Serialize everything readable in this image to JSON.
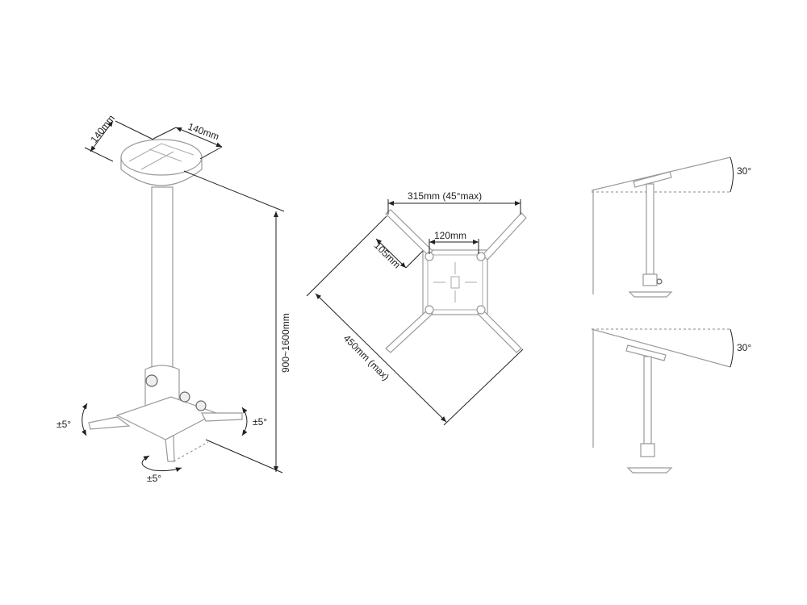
{
  "mount_view": {
    "plate_width": "140mm",
    "plate_depth": "140mm",
    "height_range": "900~1600mm",
    "tilt_left": "±5°",
    "tilt_right": "±5°",
    "swivel": "±5°"
  },
  "bracket_view": {
    "arm_span": "315mm (45°max)",
    "center_spacing": "120mm",
    "arm_offset": "105mm",
    "diagonal_max": "450mm (max)"
  },
  "tilt_views": {
    "upper_angle": "30°",
    "lower_angle": "30°"
  }
}
